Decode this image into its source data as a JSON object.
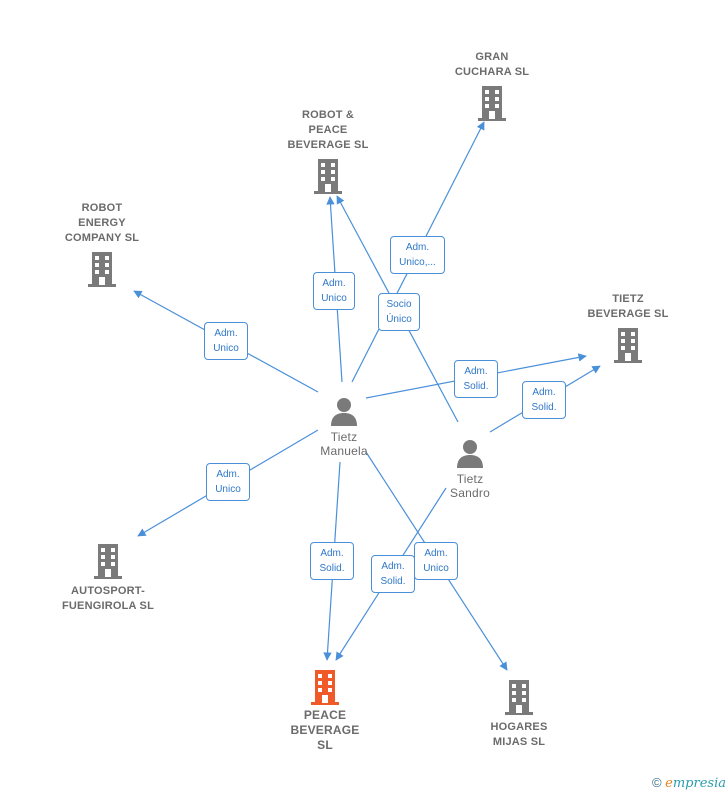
{
  "nodes": {
    "gran_cuchara": "GRAN\nCUCHARA SL",
    "robot_peace": "ROBOT &\nPEACE\nBEVERAGE  SL",
    "robot_energy": "ROBOT\nENERGY\nCOMPANY SL",
    "tietz_beverage": "TIETZ\nBEVERAGE  SL",
    "autosport": "AUTOSPORT-\nFUENGIROLA SL",
    "peace_beverage": "PEACE\nBEVERAGE\nSL",
    "hogares": "HOGARES\nMIJAS SL",
    "tietz_manuela": "Tietz\nManuela",
    "tietz_sandro": "Tietz\nSandro"
  },
  "edge_labels": {
    "adm_unico_gran": "Adm.\nUnico,...",
    "adm_unico_robot_peace": "Adm.\nUnico",
    "socio_unico": "Socio\nÚnico",
    "adm_unico_robot_energy": "Adm.\nUnico",
    "adm_solid_tietz_m": "Adm.\nSolid.",
    "adm_solid_tietz_s": "Adm.\nSolid.",
    "adm_unico_autosport": "Adm.\nUnico",
    "adm_solid_peace_m": "Adm.\nSolid.",
    "adm_solid_peace_s": "Adm.\nSolid.",
    "adm_unico_hogares": "Adm.\nUnico"
  },
  "colors": {
    "edge": "#4a90d9",
    "building": "#7a7a7a",
    "building_main": "#f05a28",
    "person": "#7a7a7a"
  },
  "credit": {
    "copyright": "©",
    "brand_initial": "e",
    "brand_rest": "mpresia"
  }
}
